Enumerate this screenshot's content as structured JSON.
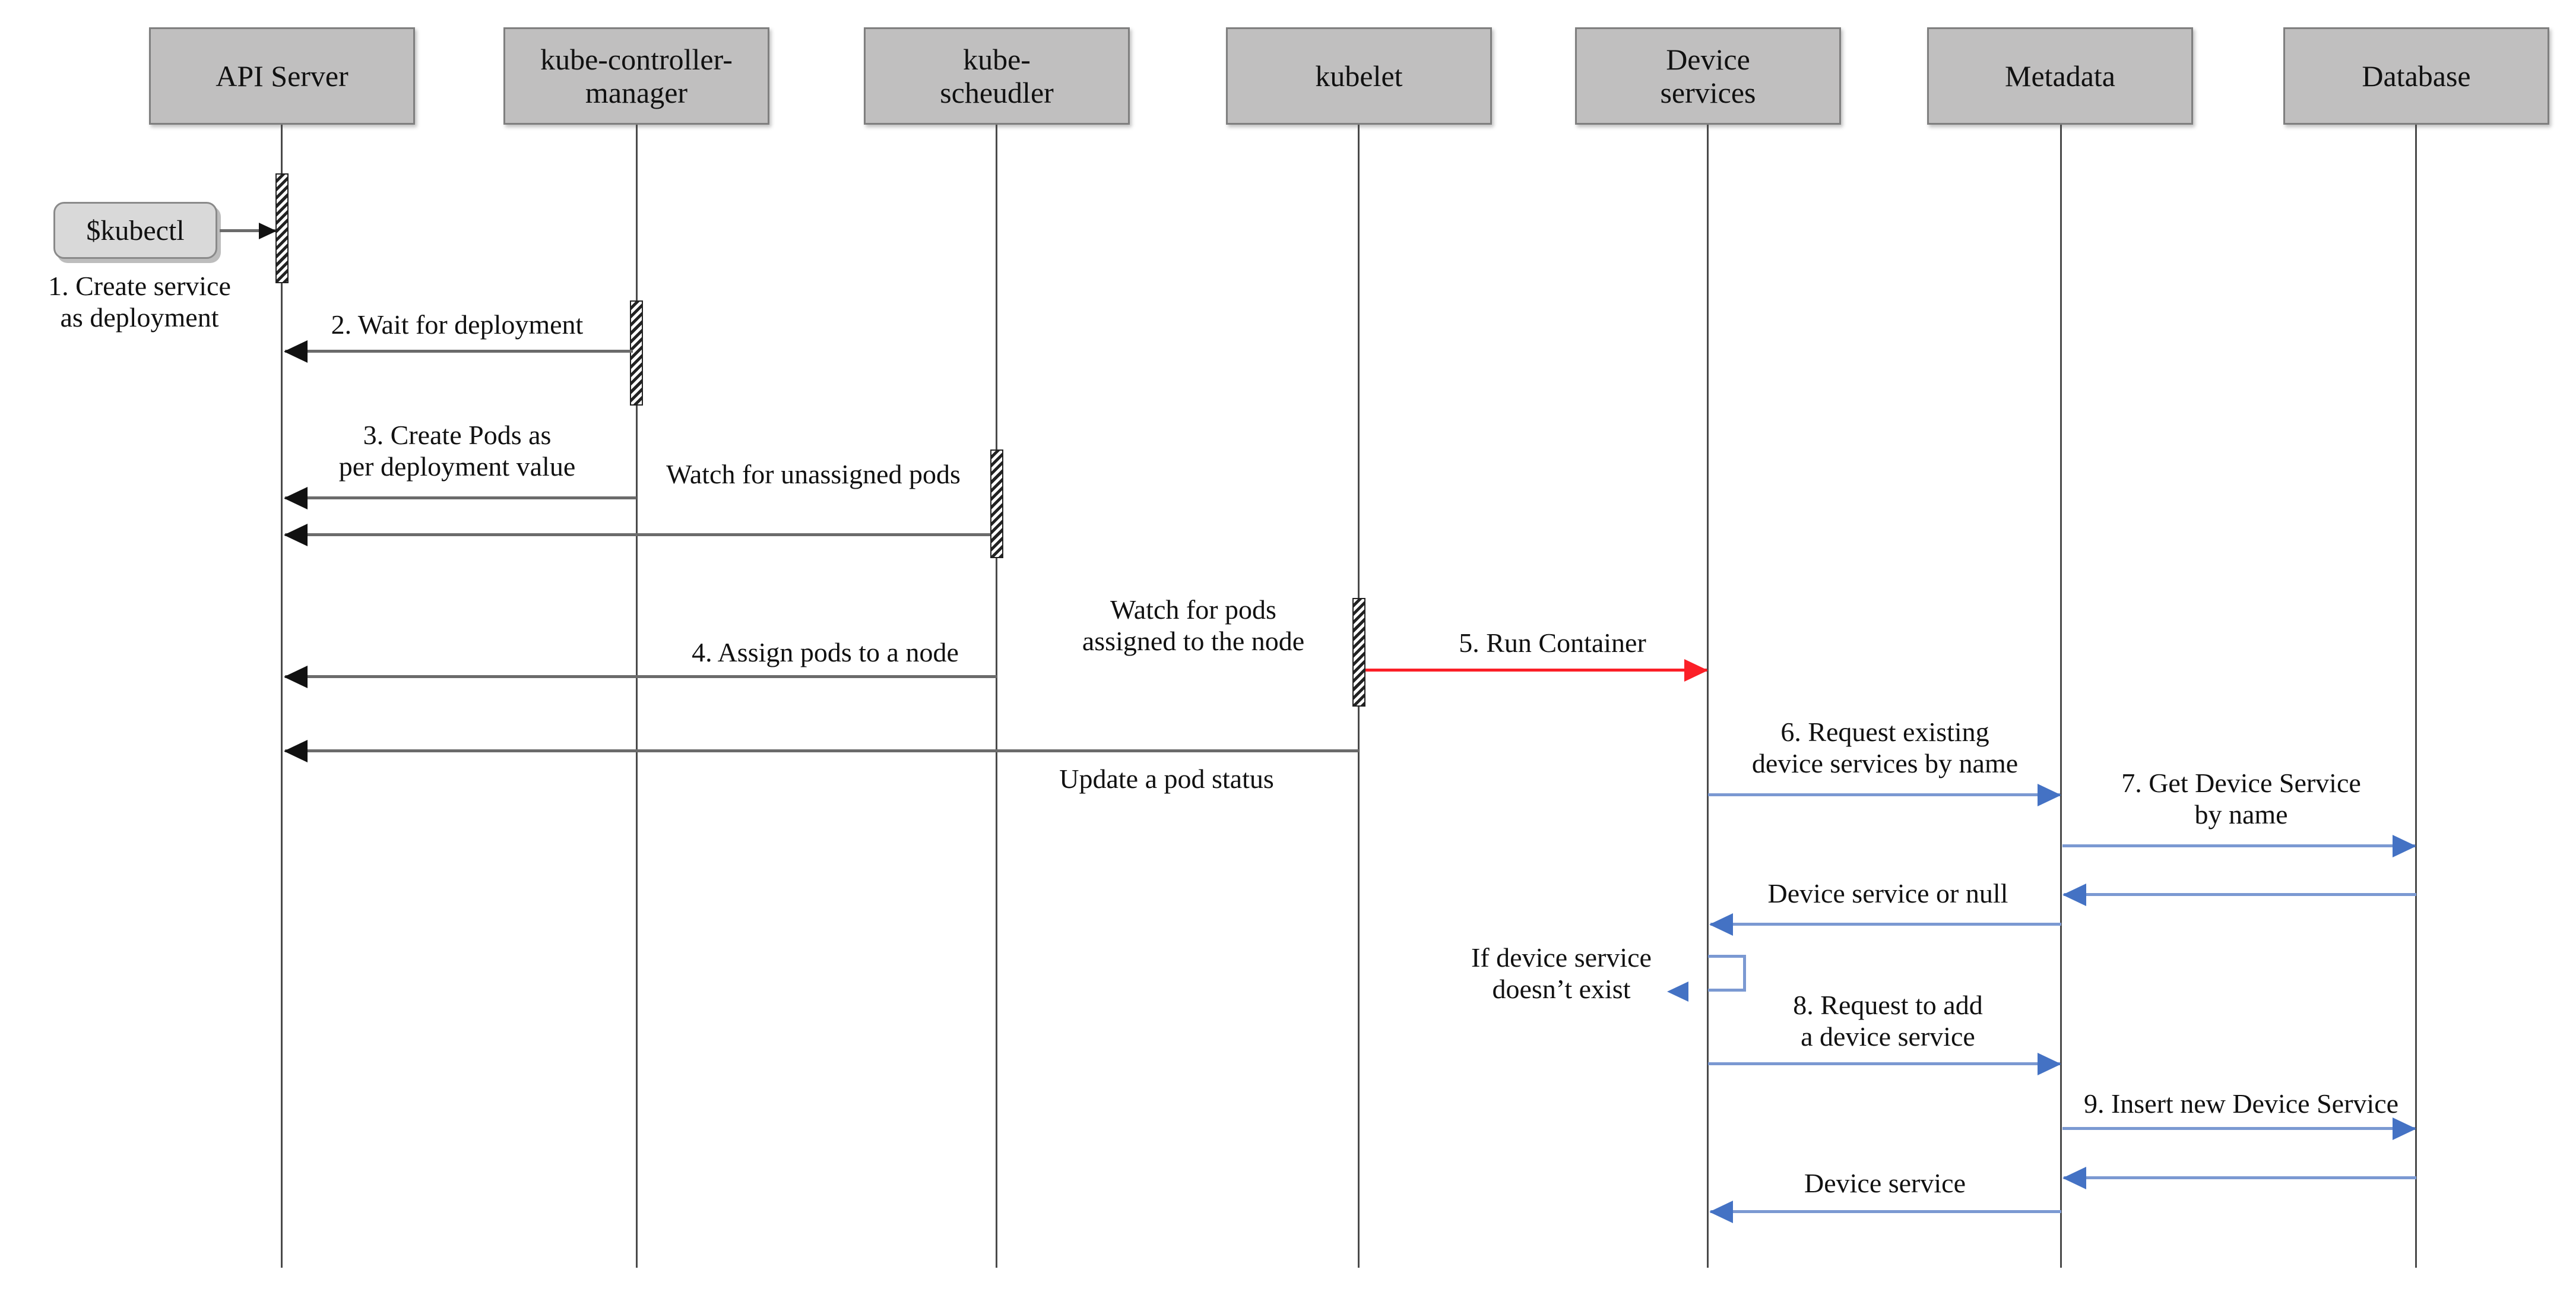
{
  "actors": [
    {
      "id": "api-server",
      "label": "API Server"
    },
    {
      "id": "kube-controller-manager",
      "label": "kube-controller-\nmanager"
    },
    {
      "id": "kube-scheudler",
      "label": "kube-\nscheudler"
    },
    {
      "id": "kubelet",
      "label": "kubelet"
    },
    {
      "id": "device-services",
      "label": "Device\nservices"
    },
    {
      "id": "metadata",
      "label": "Metadata"
    },
    {
      "id": "database",
      "label": "Database"
    }
  ],
  "external": {
    "kubectl_label": "$kubectl"
  },
  "messages": {
    "m1": "1. Create service\nas deployment",
    "m2": "2. Wait for deployment",
    "m3": "3. Create Pods as\nper deployment value",
    "watch_unassigned": "Watch for unassigned pods",
    "m4": "4. Assign pods to a node",
    "watch_assigned": "Watch for pods\nassigned to the node",
    "m5": "5. Run Container",
    "update_pod": "Update a pod status",
    "m6": "6. Request existing\ndevice services by name",
    "m7": "7. Get Device Service\nby name",
    "ds_or_null": "Device service or null",
    "if_not_exist": "If device service\ndoesn’t exist",
    "m8": "8. Request to add\na device service",
    "m9": "9. Insert new Device Service",
    "ds_return": "Device service"
  },
  "colors": {
    "actor_fill": "#c0bfbf",
    "actor_border": "#7f7f7f",
    "kubectl_fill": "#d9d9d9",
    "lifeline": "#4a4a4a",
    "black_arrow": "#6b6b6b",
    "black_arrowhead": "#111111",
    "blue_arrow_line": "#7b99d2",
    "blue_arrowhead": "#4472c4",
    "red_arrow": "#fb1f27"
  }
}
